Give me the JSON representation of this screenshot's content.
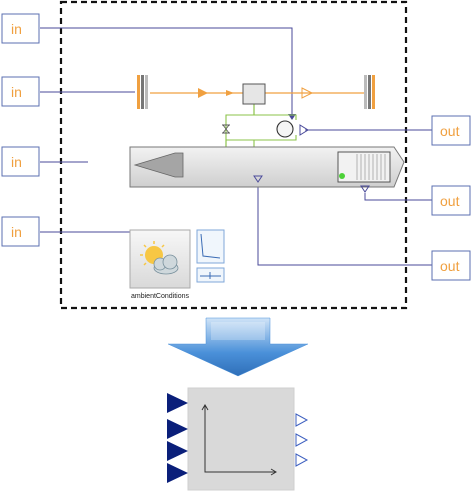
{
  "inputs": [
    {
      "label": "in"
    },
    {
      "label": "in"
    },
    {
      "label": "in"
    },
    {
      "label": "in"
    }
  ],
  "outputs": [
    {
      "label": "out"
    },
    {
      "label": "out"
    },
    {
      "label": "out"
    }
  ],
  "component_caption": "ambientConditions",
  "colors": {
    "port_text": "#f0a040",
    "port_border": "#5b6fb0",
    "signal_line": "#4a4a9a",
    "flow_line": "#f0a040",
    "green_line": "#8bc34a",
    "arrow_fill": "#4a90d9",
    "block_fill": "#d9d9d9",
    "input_triangle": "#0a1f7a"
  }
}
